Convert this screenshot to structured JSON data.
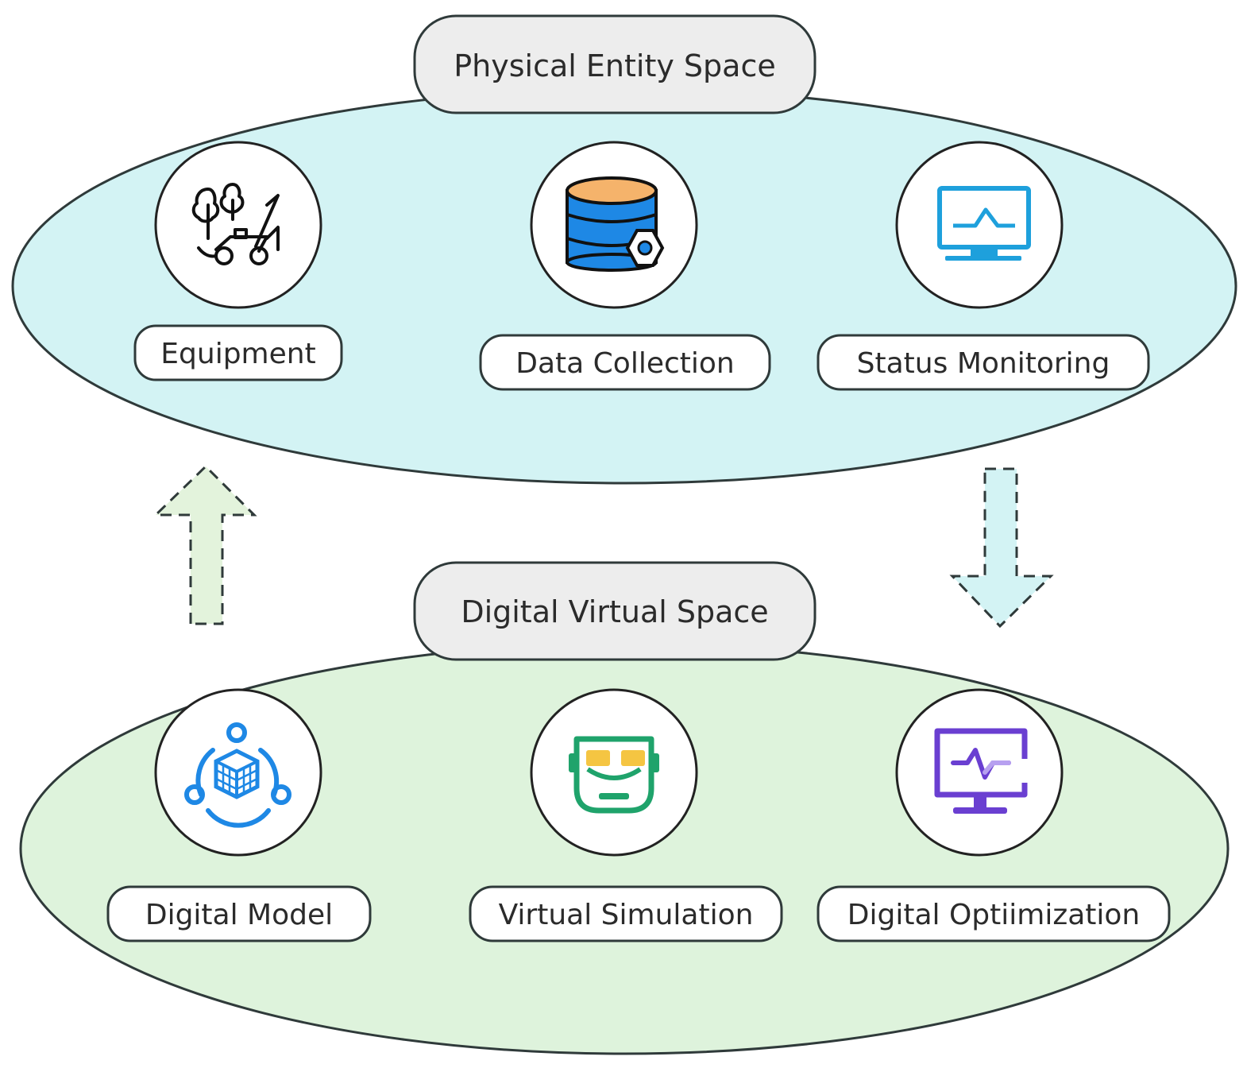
{
  "physical": {
    "title": "Physical Entity Space",
    "items": [
      {
        "label": "Equipment",
        "icon": "lawn-mower-trees-icon"
      },
      {
        "label": "Data Collection",
        "icon": "database-gear-icon"
      },
      {
        "label": "Status Monitoring",
        "icon": "monitor-chart-icon"
      }
    ]
  },
  "digital": {
    "title": "Digital Virtual Space",
    "items": [
      {
        "label": "Digital Model",
        "icon": "cube-network-icon"
      },
      {
        "label": "Virtual Simulation",
        "icon": "vr-headset-face-icon"
      },
      {
        "label": "Digital Optiimization",
        "icon": "monitor-pulse-icon"
      }
    ]
  },
  "colors": {
    "physical_fill": "#d3f3f4",
    "digital_fill": "#def3dc",
    "pill_fill": "#ededed",
    "up_arrow_fill": "#e3f3dc",
    "down_arrow_fill": "#d3f3f4",
    "stroke": "#2f3a3a"
  }
}
